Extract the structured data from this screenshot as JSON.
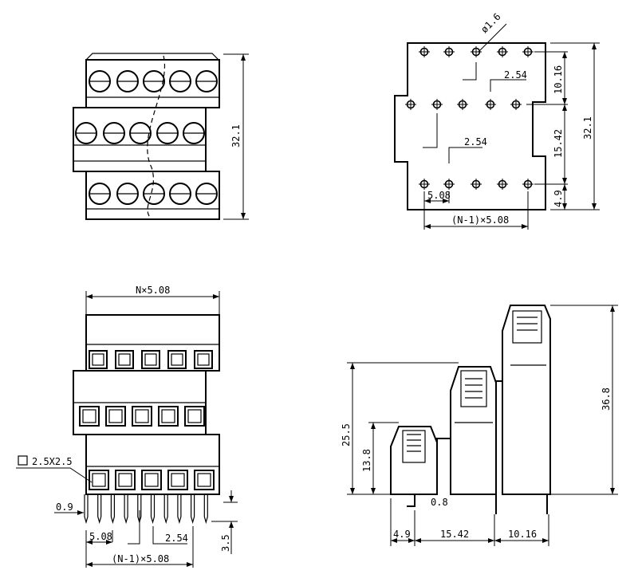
{
  "views": {
    "top": {
      "overall": "32.1"
    },
    "pcb": {
      "hole_dia": "ø1.6",
      "pitch_offset_1": "2.54",
      "pitch_offset_2": "2.54",
      "row1_to_row2": "10.16",
      "row2_to_row3": "15.42",
      "row3_edge": "4.9",
      "overall": "32.1",
      "pitch": "5.08",
      "span": "(N-1)×5.08"
    },
    "front": {
      "width": "N×5.08",
      "pin_square": "2.5X2.5",
      "pin_width": "0.9",
      "pitch": "5.08",
      "offset": "2.54",
      "span": "(N-1)×5.08",
      "pin_length": "3.5"
    },
    "side": {
      "height_total": "36.8",
      "height_mid": "25.5",
      "height_low": "13.8",
      "pin_thickness": "0.8",
      "d1": "4.9",
      "d2": "15.42",
      "d3": "10.16"
    }
  },
  "colors": {
    "line": "#000000",
    "background": "#ffffff"
  }
}
